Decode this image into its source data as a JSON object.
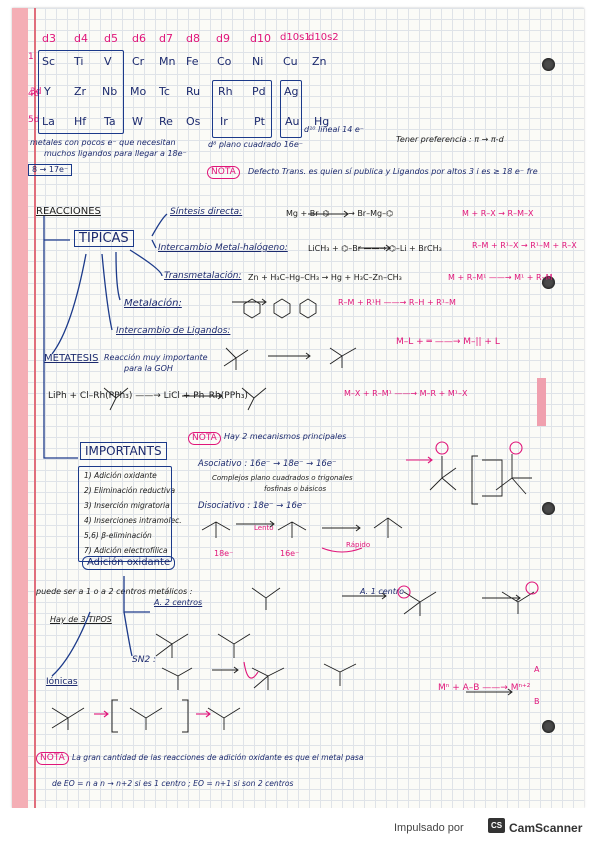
{
  "periodic": {
    "d_labels": [
      "d3",
      "d4",
      "d5",
      "d6",
      "d7",
      "d8",
      "d9",
      "d10",
      "d10s1",
      "d10s2"
    ],
    "row1": [
      "Sc",
      "Ti",
      "V",
      "Cr",
      "Mn",
      "Fe",
      "Co",
      "Ni",
      "Cu",
      "Zn"
    ],
    "row2": [
      "Y",
      "Zr",
      "Nb",
      "Mo",
      "Tc",
      "Ru",
      "Rh",
      "Pd",
      "Ag"
    ],
    "row3": [
      "La",
      "Hf",
      "Ta",
      "W",
      "Re",
      "Os",
      "Ir",
      "Pt",
      "Au",
      "Hg"
    ],
    "periods": [
      "3d",
      "4d",
      "5d"
    ],
    "circle_num": "1",
    "note_left": "metales con pocos e⁻ que necesitan",
    "note_left2": "muchos ligandos para llegar a 18e⁻",
    "note_range": "8 → 17e⁻",
    "note_d8": "d⁸ plano cuadrado 16e⁻",
    "note_d10": "d¹⁰ lineal 14 e⁻",
    "note_pref": "Tener preferencia : π → π-d"
  },
  "nota1": {
    "label": "NOTA",
    "text": "Defecto Trans. es quien sí publica y Ligandos por altos 3 i es ≥ 18 e⁻ fre"
  },
  "reacciones": {
    "title": "REACCIONES",
    "tipicas": "TIPICAS",
    "sintesis": "Síntesis directa:",
    "sintesis_eq": "Mg + Br–⌬   ——→   Br–Mg–⌬",
    "sintesis_gen": "M + R–X → R–M–X",
    "intercambio": "Intercambio Metal-halógeno:",
    "intercambio_eq": "LiCH₃ + ⌬–Br ——→ ⌬–Li + BrCH₃",
    "intercambio_gen": "R–M + R¹–X → R¹–M + R–X",
    "transmetal": "Transmetalación:",
    "transmetal_eq": "Zn + H₃C–Hg–CH₃ → Hg + H₃C–Zn–CH₃",
    "transmetal_gen": "M + R–M¹ ——→ M¹ + R–M",
    "metalacion": "Metalación:",
    "metalacion_gen": "R–M + R¹H ——→ R–H + R¹–M",
    "intercambio_lig": "Intercambio de Ligandos:",
    "intercambio_lig_gen": "M–L + ═ ——→ M–|| + L",
    "metatesis": "METATESIS",
    "metatesis_note": "Reacción muy importante",
    "metatesis_note2": "para la GOH",
    "metatesis_eq": "LiPh + Cl–Rh(PPh₃) ——→ LiCl + Ph–Rh(PPh₃)",
    "metatesis_gen": "M–X + R–M¹ ——→ M–R + M¹–X"
  },
  "importantes": {
    "title": "IMPORTANTS",
    "items": [
      "1) Adición oxidante",
      "2) Eliminación reductiva",
      "3) Inserción migratoria",
      "4) Inserciones intramolec.",
      "5,6) β-eliminación",
      "7) Adición electrofílica"
    ],
    "adicion": "Adición oxidante"
  },
  "nota2": {
    "label": "NOTA",
    "text": "Hay 2 mecanismos principales",
    "asociativo": "Asociativo : 16e⁻ → 18e⁻ → 16e⁻",
    "asoc_note": "Complejos plano cuadrados o trigonales",
    "asoc_note2": "fosfinas o básicos",
    "disociativo": "Disociativo : 18e⁻ → 16e⁻",
    "e18": "18e⁻",
    "e16": "16e⁻",
    "lento": "Lento",
    "rapido": "Rápido"
  },
  "adicion_ox": {
    "intro": "puede ser a 1 o a 2 centros metálicos :",
    "hay": "Hay de 3 TIPOS",
    "a1": "A. 1 centro",
    "a2": "A. 2 centros",
    "sn2": "SN2 :",
    "ionicas": "Iónicas",
    "gen_eq": "Mⁿ + A–B ——→ Mⁿ⁺²",
    "gen_a": "A",
    "gen_b": "B"
  },
  "nota3": {
    "label": "NOTA",
    "line1": "La gran cantidad de las reacciones de adición oxidante es que el metal pasa",
    "line2": "de EO = n a n → n+2 si es 1 centro  ;  EO = n+1 si son 2 centros"
  },
  "footer": {
    "impulsado": "Impulsado por",
    "logo": "CS",
    "brand": "CamScanner"
  }
}
